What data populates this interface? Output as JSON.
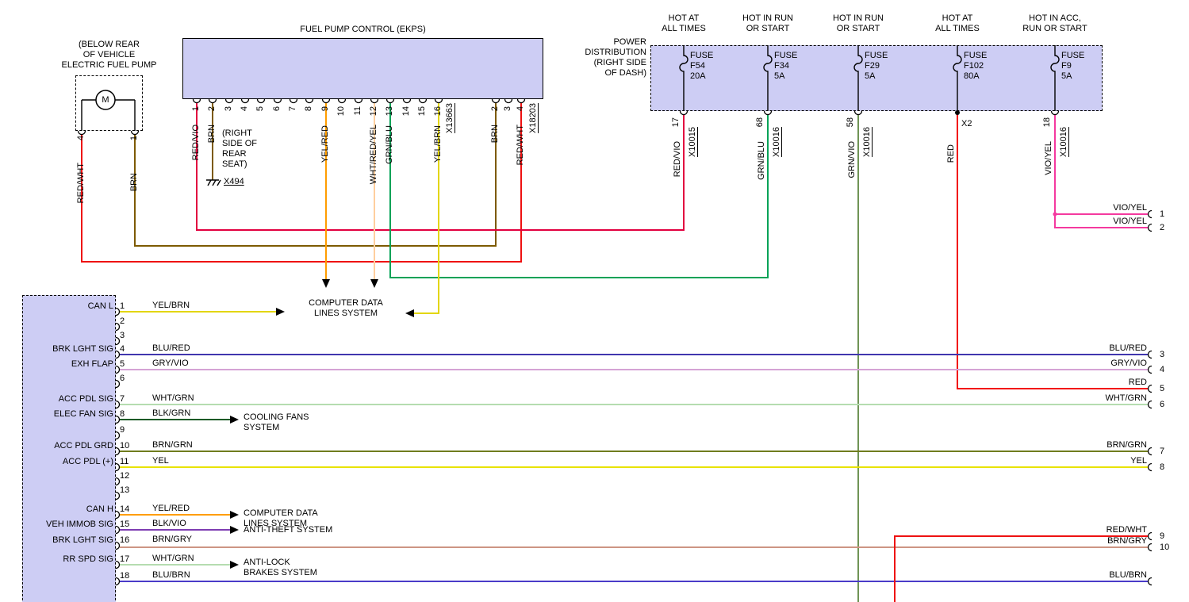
{
  "colors": {
    "red_vio": "#e2003f",
    "brn": "#7d5a00",
    "red_wht": "#ee1111",
    "yel_red": "#ff9d00",
    "wht_red_yel": "#ffcf9e",
    "grn_blu": "#00a257",
    "yel_brn": "#e3d600",
    "grn_vio": "#6f9455",
    "red": "#f20707",
    "vio_yel": "#f4399f",
    "blu_red": "#4136ae",
    "gry_vio": "#d5a3d5",
    "wht_grn": "#b5dcb0",
    "blk_grn": "#1c5a26",
    "brn_grn": "#6f7c1e",
    "yel": "#e8e300",
    "blk_vio": "#7e3db2",
    "brn_gry": "#cd9583",
    "blu_brn": "#4a3bc8",
    "box_fill": "#cdcdf4",
    "line": "#000000"
  },
  "fuel_pump": {
    "title": "(BELOW REAR\nOF VEHICLE\nELECTRIC FUEL PUMP",
    "motor": "M",
    "pin_left": "4",
    "pin_right": "1",
    "wire_left": "RED/WHT",
    "wire_right": "BRN"
  },
  "ekps": {
    "title": "FUEL PUMP CONTROL (EKPS)",
    "c1_pins": [
      "1",
      "2",
      "3",
      "4",
      "5",
      "6",
      "7",
      "8",
      "9",
      "10",
      "11",
      "12",
      "13",
      "14",
      "15",
      "16"
    ],
    "c1_label": "X13663",
    "c2_pins": [
      "2",
      "3",
      "4"
    ],
    "c2_label": "X18203",
    "w1": "RED/VIO",
    "w2": "BRN",
    "w9": "YEL/RED",
    "w12": "WHT/RED/YEL",
    "w13": "GRN/BLU",
    "w16": "YEL/BRN",
    "c2w2": "BRN",
    "c2w4": "RED/WHT",
    "ground_note": "(RIGHT\nSIDE OF\nREAR\nSEAT)",
    "ground_label": "X494"
  },
  "power": {
    "title": "POWER\nDISTRIBUTION\n(RIGHT SIDE\nOF DASH)",
    "fuses": [
      {
        "hot": "HOT AT\nALL TIMES",
        "name": "FUSE\nF54\n20A",
        "pin": "17",
        "conn": "X10015",
        "wire": "RED/VIO"
      },
      {
        "hot": "HOT IN RUN\nOR START",
        "name": "FUSE\nF34\n5A",
        "pin": "68",
        "conn": "X10016",
        "wire": "GRN/BLU"
      },
      {
        "hot": "HOT IN RUN\nOR START",
        "name": "FUSE\nF29\n5A",
        "pin": "58",
        "conn": "X10016",
        "wire": "GRN/VIO"
      },
      {
        "hot": "HOT AT\nALL TIMES",
        "name": "FUSE\nF102\n80A",
        "pin": "X2",
        "conn": "",
        "wire": "RED"
      },
      {
        "hot": "HOT IN ACC,\nRUN OR START",
        "name": "FUSE\nF9\n5A",
        "pin": "18",
        "conn": "X10016",
        "wire": "VIO/YEL"
      }
    ]
  },
  "left": {
    "pins": [
      "1",
      "2",
      "3",
      "4",
      "5",
      "6",
      "7",
      "8",
      "9",
      "10",
      "11",
      "12",
      "13",
      "14",
      "15",
      "16",
      "17",
      "18"
    ],
    "signals": {
      "p1": "CAN L",
      "p4": "BRK LGHT SIG",
      "p5": "EXH FLAP",
      "p7": "ACC PDL SIG",
      "p8": "ELEC FAN SIG",
      "p10": "ACC PDL GRD",
      "p11": "ACC PDL (+)",
      "p14": "CAN H",
      "p15": "VEH IMMOB SIG",
      "p16": "BRK LGHT SIG",
      "p17": "RR SPD SIG"
    },
    "wires": {
      "p1": "YEL/BRN",
      "p4": "BLU/RED",
      "p5": "GRY/VIO",
      "p7": "WHT/GRN",
      "p8": "BLK/GRN",
      "p10": "BRN/GRN",
      "p11": "YEL",
      "p14": "YEL/RED",
      "p15": "BLK/VIO",
      "p16": "BRN/GRY",
      "p17": "WHT/GRN",
      "p18": "BLU/BRN"
    }
  },
  "right": {
    "pins": [
      {
        "n": "1",
        "wire": "VIO/YEL"
      },
      {
        "n": "2",
        "wire": "VIO/YEL"
      },
      {
        "n": "3",
        "wire": "BLU/RED"
      },
      {
        "n": "4",
        "wire": "GRY/VIO"
      },
      {
        "n": "5",
        "wire": "RED"
      },
      {
        "n": "6",
        "wire": "WHT/GRN"
      },
      {
        "n": "7",
        "wire": "BRN/GRN"
      },
      {
        "n": "8",
        "wire": "YEL"
      },
      {
        "n": "9",
        "wire": "RED/WHT"
      },
      {
        "n": "10",
        "wire": "BRN/GRY"
      },
      {
        "n": "",
        "wire": "BLU/BRN"
      }
    ]
  },
  "systems": {
    "computer_data_top": "COMPUTER DATA\nLINES SYSTEM",
    "cooling_fans": "COOLING FANS\nSYSTEM",
    "computer_data_mid": "COMPUTER DATA\nLINES SYSTEM",
    "anti_theft": "ANTI-THEFT SYSTEM",
    "anti_lock": "ANTI-LOCK\nBRAKES SYSTEM"
  }
}
